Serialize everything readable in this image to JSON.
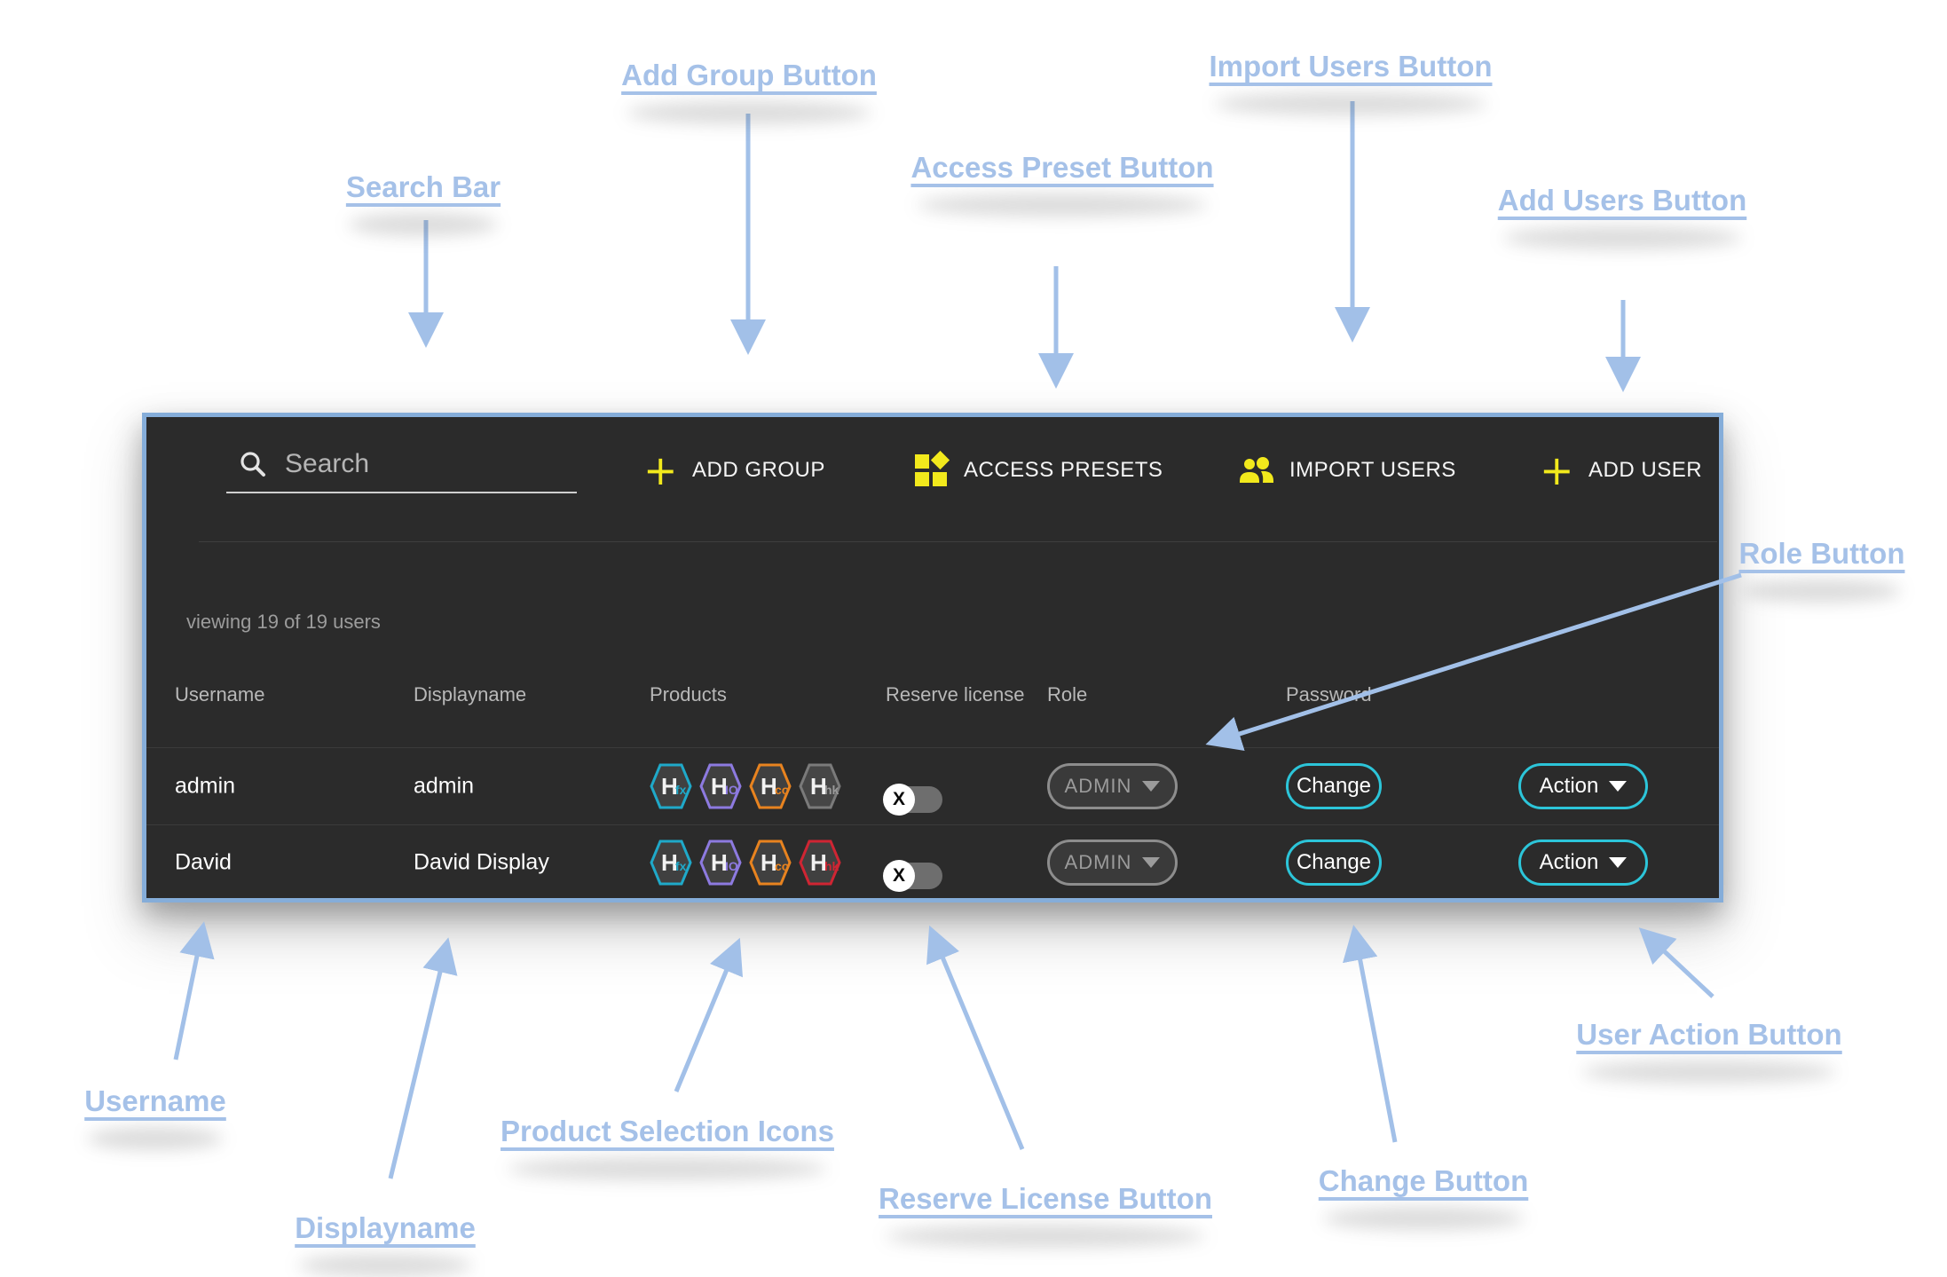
{
  "annotations": {
    "search_bar": "Search Bar",
    "add_group": "Add Group Button",
    "access_preset": "Access Preset Button",
    "import_users": "Import Users Button",
    "add_users": "Add Users Button",
    "role": "Role Button",
    "username": "Username",
    "displayname": "Displayname",
    "product_selection": "Product Selection Icons",
    "reserve_license": "Reserve License Button",
    "change": "Change Button",
    "user_action": "User Action Button"
  },
  "panel": {
    "search_placeholder": "Search",
    "toolbar": {
      "add_group": "ADD GROUP",
      "access_presets": "ACCESS PRESETS",
      "import_users": "IMPORT USERS",
      "add_user": "ADD USER"
    },
    "status_text": "viewing 19 of 19 users",
    "table": {
      "headers": {
        "username": "Username",
        "displayname": "Displayname",
        "products": "Products",
        "reserve_license": "Reserve license",
        "role": "Role",
        "password": "Password"
      },
      "rows": [
        {
          "username": "admin",
          "displayname": "admin",
          "products": [
            {
              "letter": "H",
              "suffix": "fx",
              "color": "#1fa9c9"
            },
            {
              "letter": "H",
              "suffix": "IO",
              "color": "#8d7ae0"
            },
            {
              "letter": "H",
              "suffix": "co",
              "color": "#e8831f"
            },
            {
              "letter": "H",
              "suffix": "hk",
              "color": "#7a7a7a"
            }
          ],
          "reserve_toggle": "X",
          "role": "ADMIN",
          "password_button": "Change",
          "action_button": "Action"
        },
        {
          "username": "David",
          "displayname": "David Display",
          "products": [
            {
              "letter": "H",
              "suffix": "fx",
              "color": "#1fa9c9"
            },
            {
              "letter": "H",
              "suffix": "IO",
              "color": "#8d7ae0"
            },
            {
              "letter": "H",
              "suffix": "co",
              "color": "#e8831f"
            },
            {
              "letter": "H",
              "suffix": "hk",
              "color": "#cf2533"
            }
          ],
          "reserve_toggle": "X",
          "role": "ADMIN",
          "password_button": "Change",
          "action_button": "Action"
        }
      ]
    }
  },
  "colors": {
    "annotation_blue": "#a5c1e8",
    "panel_border_blue": "#85add9",
    "panel_background": "#2b2b2b",
    "accent_yellow": "#f2e91c",
    "accent_cyan": "#2cc5d9",
    "product_cyan": "#1fa9c9",
    "product_purple": "#8d7ae0",
    "product_orange": "#e8831f",
    "product_gray": "#7a7a7a",
    "product_red": "#cf2533"
  }
}
